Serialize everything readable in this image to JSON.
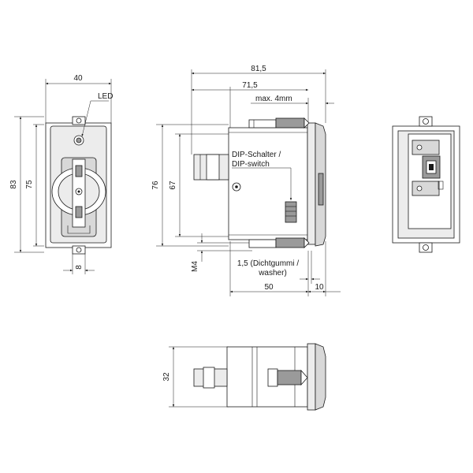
{
  "front_view": {
    "width_label": "40",
    "height_outer_label": "83",
    "height_inner_label": "75",
    "bottom_label": "8",
    "led_label": "LED"
  },
  "side_view": {
    "total_label": "81,5",
    "inner_label": "71,5",
    "max_label": "max. 4mm",
    "dip_label_de": "DIP-Schalter /",
    "dip_label_en": "DIP-switch",
    "height_outer_label": "76",
    "height_inner_label": "67",
    "thread_label": "M4",
    "washer_label_1": "1,5 (Dichtgummi /",
    "washer_label_2": "washer)",
    "body_label": "50",
    "flange_label": "10"
  },
  "bottom_view": {
    "height_label": "32"
  },
  "colors": {
    "line": "#1a1a1a",
    "fill_grey": "#d8d8d8",
    "fill_light": "#ececec",
    "fill_dark": "#9a9a9a"
  }
}
